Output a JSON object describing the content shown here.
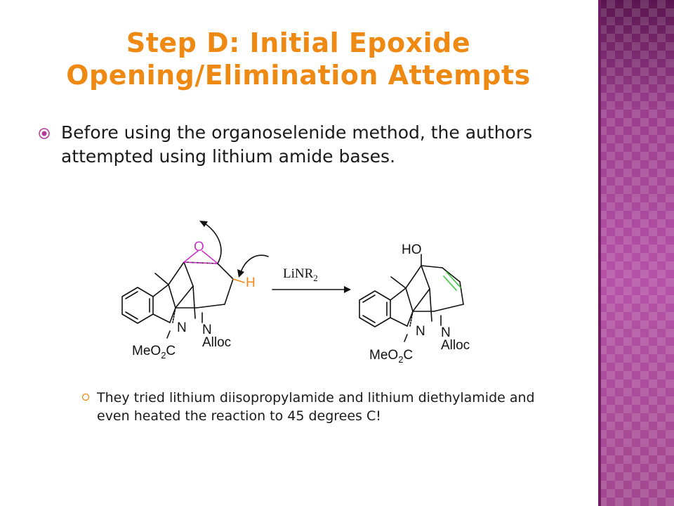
{
  "slide": {
    "title_line1": "Step D: Initial Epoxide",
    "title_line2": "Opening/Elimination Attempts",
    "bullet1": "Before using the organoselenide method, the authors attempted using lithium amide bases.",
    "bullet2": "They tried lithium diisopropylamide and lithium diethylamide and even heated the reaction to 45 degrees C!"
  },
  "scheme": {
    "reactant": {
      "epoxide_label": "O",
      "hydrogen_label": "H",
      "indoline_n": "N",
      "amine_n": "N",
      "carbamate": "MeO",
      "carbamate_sub": "2",
      "carbamate_end": "C",
      "protecting_group": "Alloc"
    },
    "reagent": {
      "main": "LiNR",
      "sub": "2"
    },
    "product": {
      "hydroxyl_label": "HO",
      "indoline_n": "N",
      "amine_n": "N",
      "carbamate": "MeO",
      "carbamate_sub": "2",
      "carbamate_end": "C",
      "protecting_group": "Alloc"
    }
  },
  "colors": {
    "title": "#ee8a14",
    "sidebar": "#9c3f8e",
    "epoxide": "#cc33cc",
    "hydrogen": "#ee8a14",
    "new_alkene": "#3cc63c"
  }
}
